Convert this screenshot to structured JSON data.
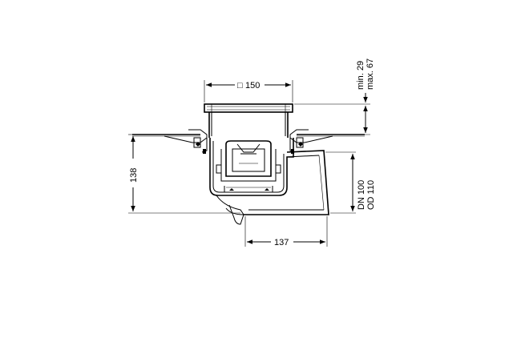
{
  "dimensions": {
    "width_label": "150",
    "width_symbol": "□",
    "height_label": "138",
    "offset_label": "137",
    "min_label": "min. 29",
    "max_label": "max. 67",
    "dn_label": "DN 100",
    "od_label": "OD 110"
  }
}
